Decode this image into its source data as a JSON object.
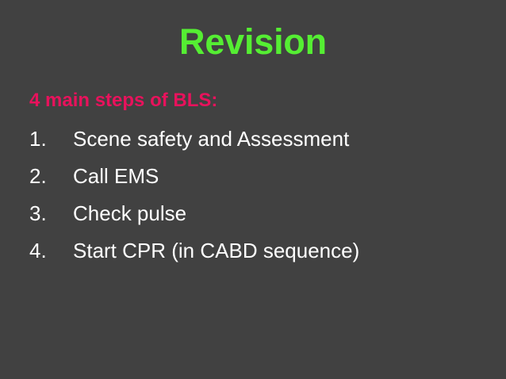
{
  "slide": {
    "background_color": "#414141",
    "title": "Revision",
    "title_color": "#55ee33",
    "subtitle": "4 main steps of BLS:",
    "subtitle_color": "#e8125c",
    "body_text_color": "#ffffff",
    "steps": [
      {
        "number": "1.",
        "text": "Scene safety and Assessment"
      },
      {
        "number": "2.",
        "text": "Call EMS"
      },
      {
        "number": "3.",
        "text": "Check pulse"
      },
      {
        "number": "4.",
        "text": "Start CPR (in CABD sequence)"
      }
    ]
  }
}
